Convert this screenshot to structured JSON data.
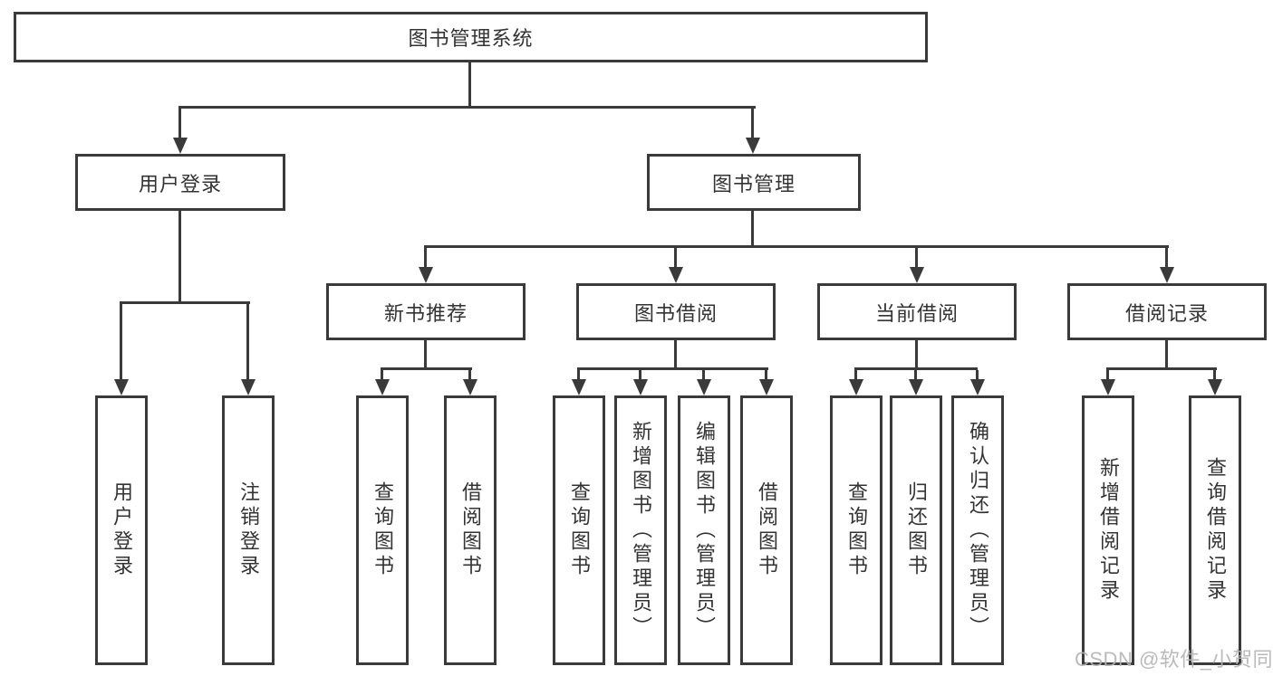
{
  "diagram": {
    "type": "hierarchy-tree",
    "tree": {
      "label": "图书管理系统",
      "children": [
        {
          "label": "用户登录",
          "children": [
            {
              "label": "用户登录"
            },
            {
              "label": "注销登录"
            }
          ]
        },
        {
          "label": "图书管理",
          "children": [
            {
              "label": "新书推荐",
              "children": [
                {
                  "label": "查询图书"
                },
                {
                  "label": "借阅图书"
                }
              ]
            },
            {
              "label": "图书借阅",
              "children": [
                {
                  "label": "查询图书"
                },
                {
                  "label": "新增图书（管理员）"
                },
                {
                  "label": "编辑图书（管理员）"
                },
                {
                  "label": "借阅图书"
                }
              ]
            },
            {
              "label": "当前借阅",
              "children": [
                {
                  "label": "查询图书"
                },
                {
                  "label": "归还图书"
                },
                {
                  "label": "确认归还（管理员）"
                }
              ]
            },
            {
              "label": "借阅记录",
              "children": [
                {
                  "label": "新增借阅记录"
                },
                {
                  "label": "查询借阅记录"
                }
              ]
            }
          ]
        }
      ]
    },
    "colors": {
      "line": "#3a3a3a",
      "text": "#333333",
      "watermark": "#b3b3b3",
      "background": "#ffffff"
    }
  },
  "watermark": {
    "text": "CSDN @软件_小贺同学"
  }
}
